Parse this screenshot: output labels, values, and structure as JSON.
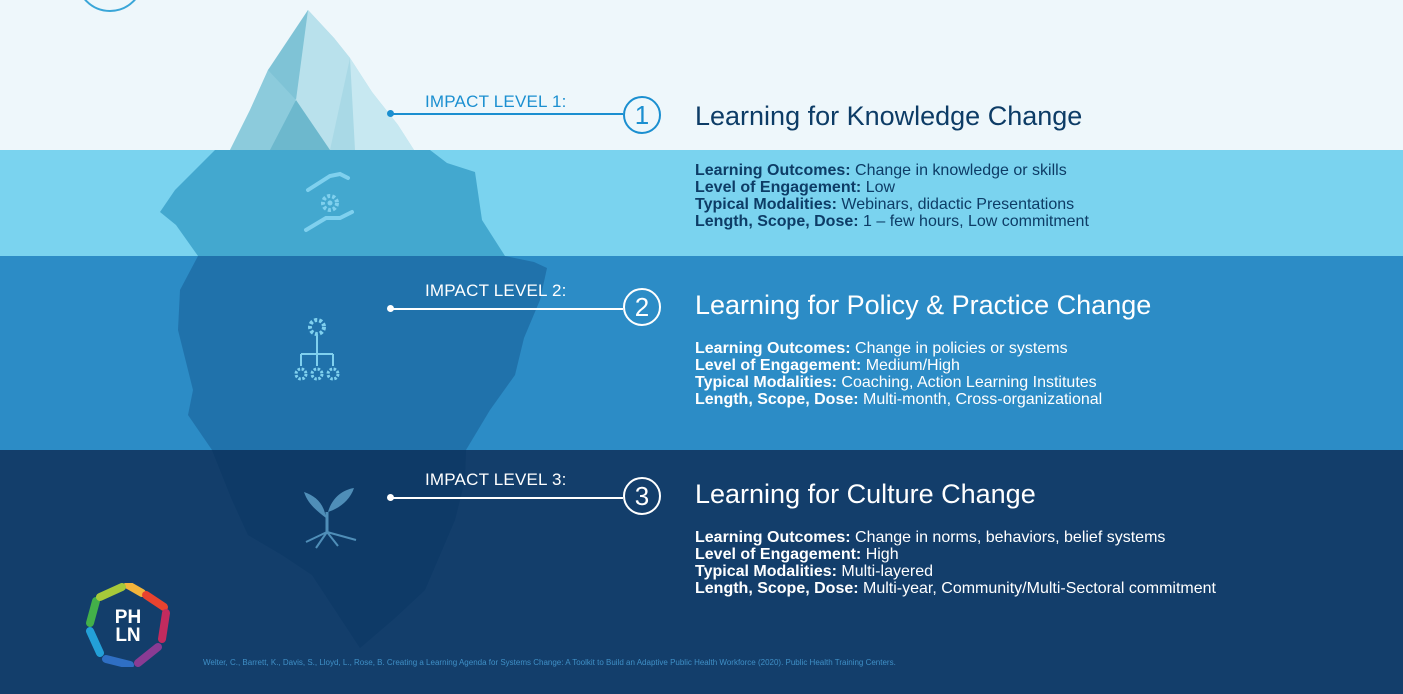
{
  "colors": {
    "sky": "#eef7fb",
    "band1": "#7ad3ef",
    "band2": "#2c8cc6",
    "band3": "#133e6b",
    "accent": "#1b8fd0"
  },
  "levels": [
    {
      "label": "IMPACT LEVEL 1:",
      "number": "1",
      "title": "Learning for Knowledge Change",
      "icon": "handshake-gear-icon",
      "details": [
        {
          "key": "Learning Outcomes:",
          "value": " Change in knowledge or skills"
        },
        {
          "key": "Level of Engagement:",
          "value": " Low"
        },
        {
          "key": "Typical Modalities:",
          "value": " Webinars, didactic Presentations"
        },
        {
          "key": "Length, Scope, Dose:",
          "value": " 1 – few hours, Low commitment"
        }
      ]
    },
    {
      "label": "IMPACT LEVEL 2:",
      "number": "2",
      "title": "Learning for Policy & Practice Change",
      "icon": "gear-hierarchy-icon",
      "details": [
        {
          "key": "Learning Outcomes:",
          "value": " Change in policies or systems"
        },
        {
          "key": "Level of Engagement:",
          "value": " Medium/High"
        },
        {
          "key": "Typical Modalities:",
          "value": " Coaching, Action Learning Institutes"
        },
        {
          "key": "Length, Scope, Dose:",
          "value": " Multi-month, Cross-organizational"
        }
      ]
    },
    {
      "label": "IMPACT LEVEL 3:",
      "number": "3",
      "title": "Learning for Culture Change",
      "icon": "sprout-roots-icon",
      "details": [
        {
          "key": "Learning Outcomes:",
          "value": " Change in norms, behaviors, belief systems"
        },
        {
          "key": "Level of Engagement:",
          "value": " High"
        },
        {
          "key": "Typical Modalities:",
          "value": " Multi-layered"
        },
        {
          "key": "Length, Scope, Dose:",
          "value": " Multi-year, Community/Multi-Sectoral commitment"
        }
      ]
    }
  ],
  "logo": {
    "line1": "PH",
    "line2": "LN"
  },
  "citation": "Welter, C., Barrett, K., Davis, S., Lloyd, L., Rose, B. Creating a Learning Agenda for Systems Change: A Toolkit to Build an Adaptive Public Health Workforce (2020). Public Health Training Centers."
}
